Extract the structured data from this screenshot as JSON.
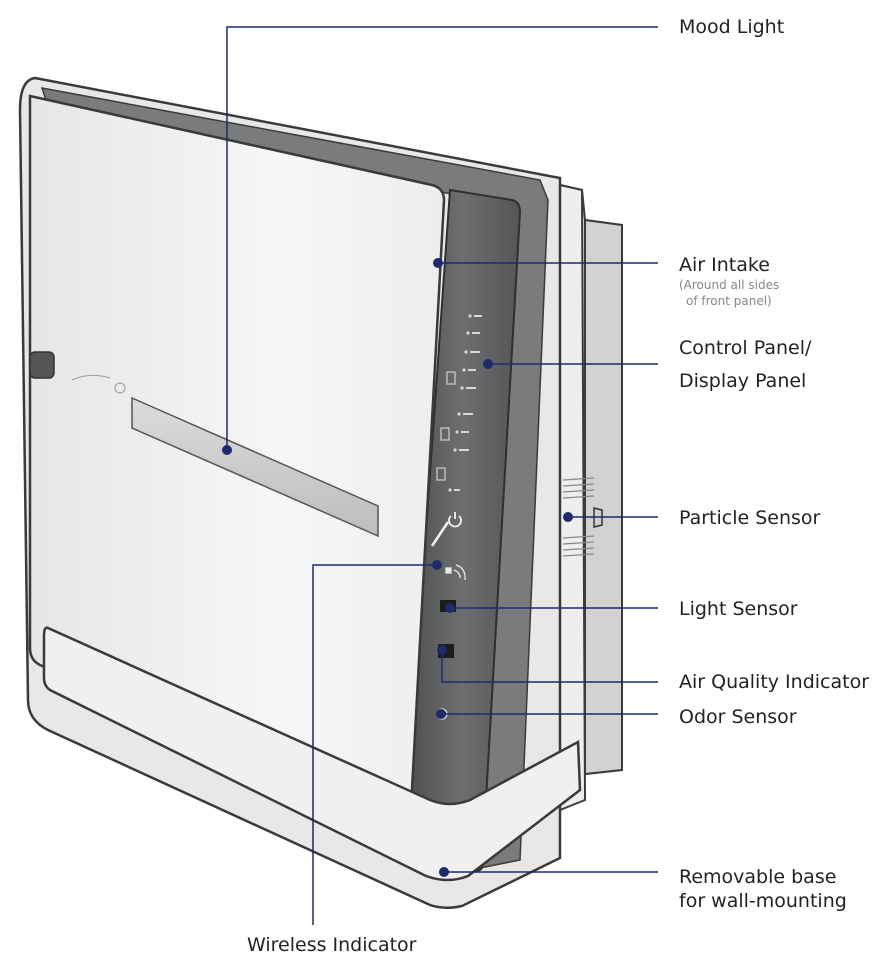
{
  "labels": {
    "mood_light": "Mood Light",
    "air_intake": "Air Intake",
    "air_intake_note_1": "(Around all sides",
    "air_intake_note_2": "of front panel)",
    "control_panel_1": "Control Panel/",
    "control_panel_2": "Display Panel",
    "particle_sensor": "Particle Sensor",
    "light_sensor": "Light Sensor",
    "air_quality_indicator": "Air Quality Indicator",
    "odor_sensor": "Odor Sensor",
    "removable_base_1": "Removable base",
    "removable_base_2": "for wall-mounting",
    "wireless_indicator": "Wireless Indicator"
  },
  "colors": {
    "leader": "#1d2b6b",
    "panel_dark": "#5f6062",
    "body_light": "#e9e9ea"
  },
  "icons": [
    "power-icon",
    "wireless-icon"
  ]
}
